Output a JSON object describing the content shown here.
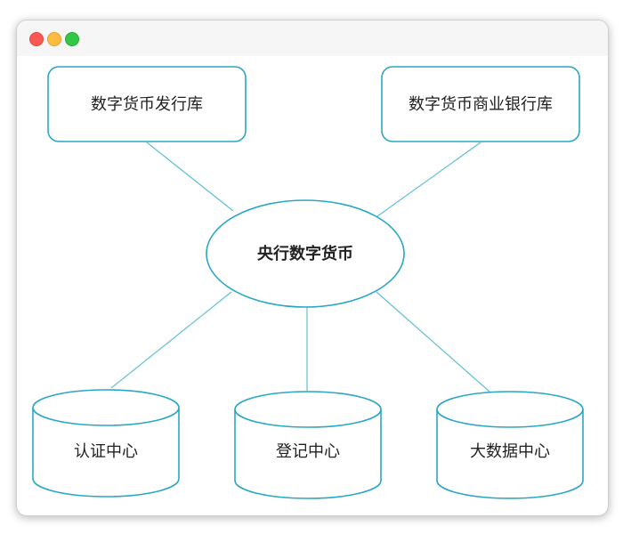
{
  "diagram": {
    "top_left_box": "数字货币发行库",
    "top_right_box": "数字货币商业银行库",
    "center_node": "央行数字货币",
    "cylinders": [
      "认证中心",
      "登记中心",
      "大数据中心"
    ]
  },
  "colors": {
    "stroke": "#2aa7c5",
    "edge": "#5fbfd6"
  }
}
